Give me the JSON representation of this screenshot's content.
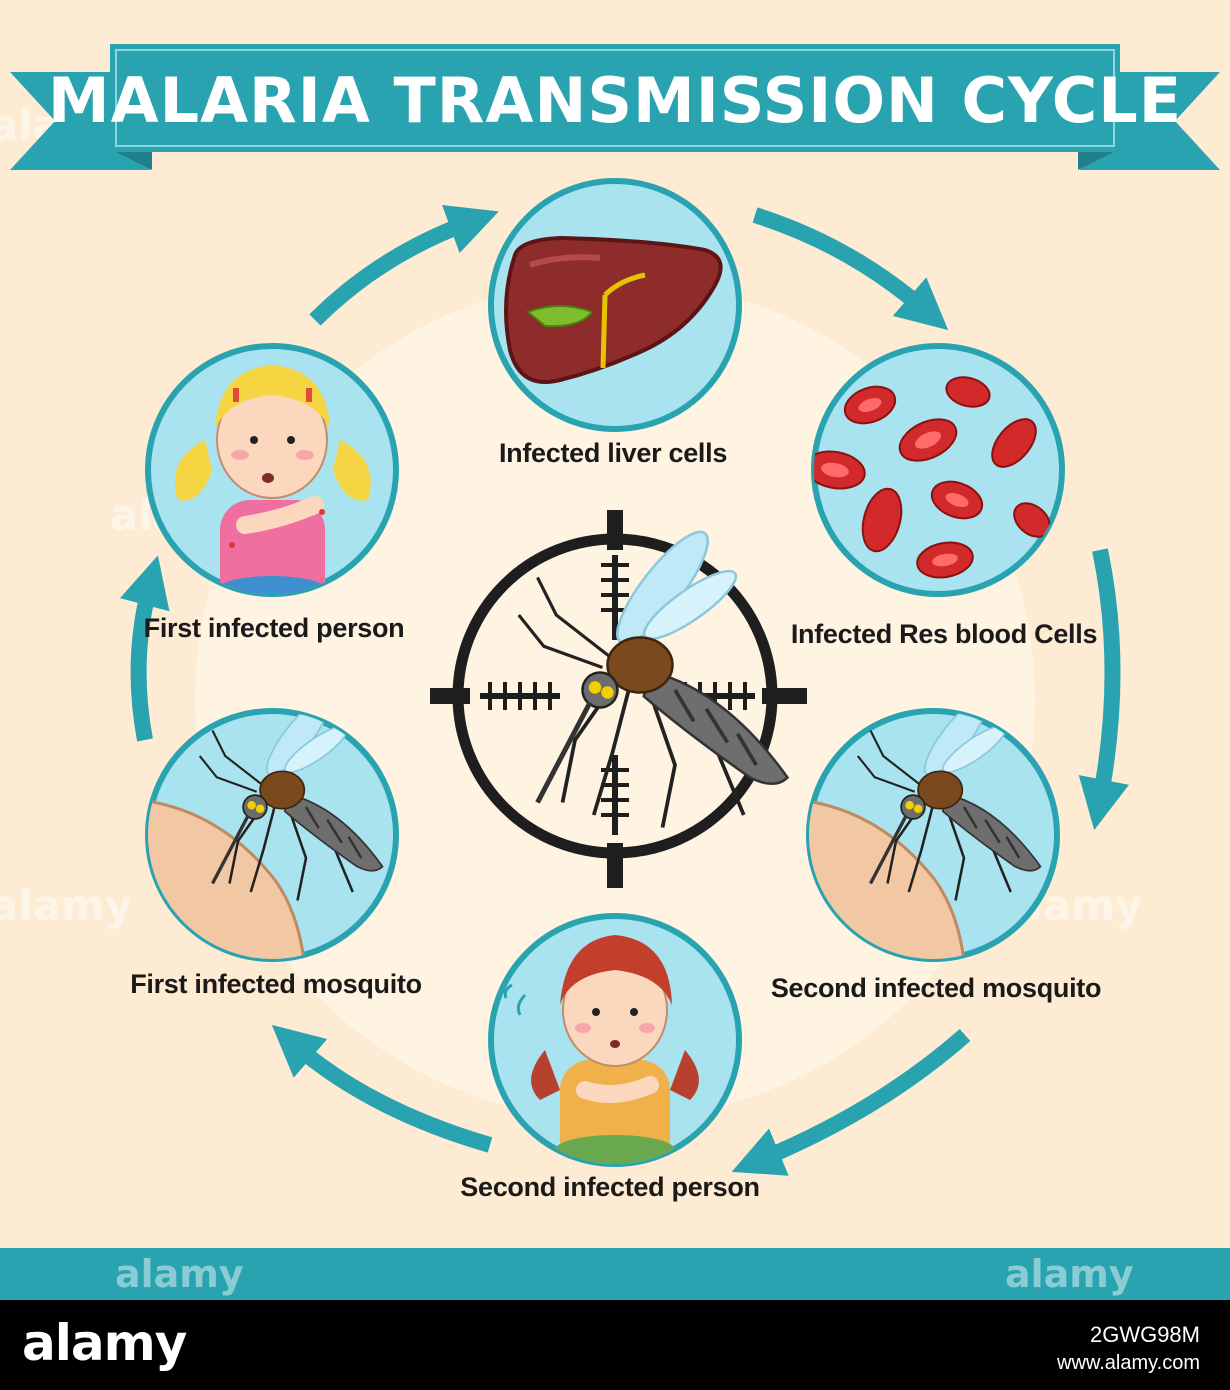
{
  "title": "MALARIA TRANSMISSION CYCLE",
  "colors": {
    "background": "#fdebd3",
    "teal": "#2aa3b0",
    "teal_dark": "#1f7f8b",
    "circle_fill": "#a8e3ef",
    "circle_border": "#2aa3b0"
  },
  "stages": [
    {
      "label": "Infected liver cells",
      "icon": "liver-icon"
    },
    {
      "label": "Infected Res blood Cells",
      "icon": "red-blood-cells-icon"
    },
    {
      "label": "Second infected mosquito",
      "icon": "mosquito-icon"
    },
    {
      "label": "Second infected person",
      "icon": "girl-icon"
    },
    {
      "label": "First infected mosquito",
      "icon": "mosquito-icon"
    },
    {
      "label": "First infected person",
      "icon": "girl-icon"
    }
  ],
  "center_icon": "crosshair-mosquito-icon",
  "watermark": "alamy",
  "footer": {
    "logo": "alamy",
    "image_id": "2GWG98M",
    "url": "www.alamy.com"
  }
}
